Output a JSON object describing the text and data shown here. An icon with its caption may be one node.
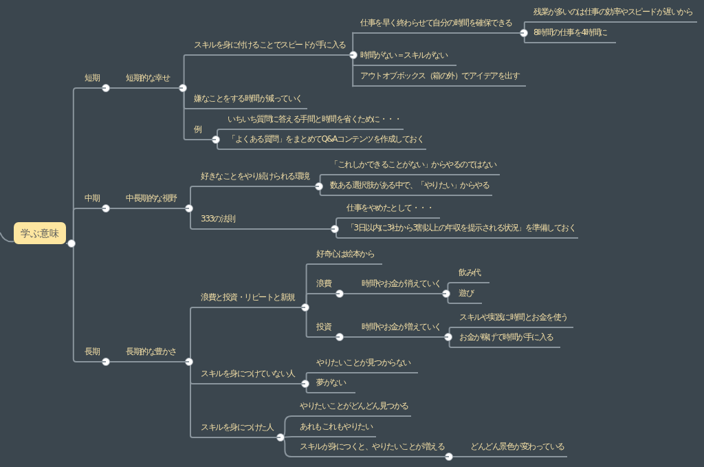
{
  "diagram": {
    "nodes": [
      {
        "text": [
          "学ぶ意味"
        ]
      },
      {
        "text": [
          "短期"
        ]
      },
      {
        "text": [
          "短期的な幸せ"
        ]
      },
      {
        "text": [
          "スキルを身に付けることでスピードが手に入る"
        ]
      },
      {
        "text": [
          "仕事を早く終わらせて自分の時間を確保できる"
        ]
      },
      {
        "text": [
          "残業が多いのは仕事の効率やスピードが遅いから"
        ]
      },
      {
        "text": [
          "8時間の仕事を4時間に"
        ]
      },
      {
        "text": [
          "時間がない＝スキルがない"
        ]
      },
      {
        "text": [
          "アウトオブボックス（箱の外）でアイデアを出す"
        ]
      },
      {
        "text": [
          "嫌なことをする時間が減っていく"
        ]
      },
      {
        "text": [
          "例"
        ]
      },
      {
        "text": [
          "いちいち質問に答える手間と時間を省くために・・・"
        ]
      },
      {
        "text": [
          "「よくある質問」をまとめてQ&Aコンテンツを作成しておく"
        ]
      },
      {
        "text": [
          "中期"
        ]
      },
      {
        "text": [
          "中長期的な視野"
        ]
      },
      {
        "text": [
          "好きなことをやり続けられる環境"
        ]
      },
      {
        "text": [
          "「これしかできることがない」からやるのではない"
        ]
      },
      {
        "text": [
          "数ある選択肢がある中で、「やりたい」からやる"
        ]
      },
      {
        "text": [
          "333の法則"
        ]
      },
      {
        "text": [
          "仕事をやめたとして・・・"
        ]
      },
      {
        "text": [
          "「3日以内に3社から3割以上の年収を提示される状況」を準備しておく"
        ]
      },
      {
        "text": [
          "長期"
        ]
      },
      {
        "text": [
          "長期的な豊かさ"
        ]
      },
      {
        "text": [
          "浪費と投資・リピートと新規"
        ]
      },
      {
        "text": [
          "好奇心は絵本から"
        ]
      },
      {
        "text": [
          "浪費"
        ]
      },
      {
        "text": [
          "時間やお金が消えていく"
        ]
      },
      {
        "text": [
          "飲み代"
        ]
      },
      {
        "text": [
          "遊び"
        ]
      },
      {
        "text": [
          "投資"
        ]
      },
      {
        "text": [
          "時間やお金が増えていく"
        ]
      },
      {
        "text": [
          "スキルや実践に時間とお金を使う"
        ]
      },
      {
        "text": [
          "お金が稼げて時間が手に入る"
        ]
      },
      {
        "text": [
          "スキルを身につけていない人"
        ]
      },
      {
        "text": [
          "やりたいことが見つからない"
        ]
      },
      {
        "text": [
          "夢がない"
        ]
      },
      {
        "text": [
          "スキルを身につけた人"
        ]
      },
      {
        "text": [
          "やりたいことがどんどん見つかる"
        ]
      },
      {
        "text": [
          "あれもこれもやりたい"
        ]
      },
      {
        "text": [
          "スキルが身につくと、やりたいことが増える"
        ]
      },
      {
        "text": [
          "どんどん景色が変わっている"
        ]
      }
    ],
    "edges": [
      {
        "from": null,
        "to": 0,
        "arrow": "none"
      },
      {
        "from": 0,
        "to": 1,
        "arrow": "none"
      },
      {
        "from": 0,
        "to": 13,
        "arrow": "none"
      },
      {
        "from": 0,
        "to": 21,
        "arrow": "none"
      },
      {
        "from": 1,
        "to": 2,
        "arrow": "none"
      },
      {
        "from": 2,
        "to": 3,
        "arrow": "none"
      },
      {
        "from": 2,
        "to": 9,
        "arrow": "none"
      },
      {
        "from": 2,
        "to": 10,
        "arrow": "none"
      },
      {
        "from": 3,
        "to": 4,
        "arrow": "none"
      },
      {
        "from": 3,
        "to": 7,
        "arrow": "none"
      },
      {
        "from": 3,
        "to": 8,
        "arrow": "none"
      },
      {
        "from": 4,
        "to": 5,
        "arrow": "none"
      },
      {
        "from": 4,
        "to": 6,
        "arrow": "none"
      },
      {
        "from": 10,
        "to": 11,
        "arrow": "none"
      },
      {
        "from": 10,
        "to": 12,
        "arrow": "none"
      },
      {
        "from": 13,
        "to": 14,
        "arrow": "none"
      },
      {
        "from": 14,
        "to": 15,
        "arrow": "none"
      },
      {
        "from": 14,
        "to": 18,
        "arrow": "none"
      },
      {
        "from": 15,
        "to": 16,
        "arrow": "none"
      },
      {
        "from": 15,
        "to": 17,
        "arrow": "none"
      },
      {
        "from": 18,
        "to": 19,
        "arrow": "none"
      },
      {
        "from": 18,
        "to": 20,
        "arrow": "none"
      },
      {
        "from": 21,
        "to": 22,
        "arrow": "none"
      },
      {
        "from": 22,
        "to": 23,
        "arrow": "none"
      },
      {
        "from": 22,
        "to": 33,
        "arrow": "none"
      },
      {
        "from": 22,
        "to": 36,
        "arrow": "none"
      },
      {
        "from": 23,
        "to": 24,
        "arrow": "none"
      },
      {
        "from": 23,
        "to": 25,
        "arrow": "none"
      },
      {
        "from": 23,
        "to": 29,
        "arrow": "none"
      },
      {
        "from": 25,
        "to": 26,
        "arrow": "none"
      },
      {
        "from": 26,
        "to": 27,
        "arrow": "none"
      },
      {
        "from": 26,
        "to": 28,
        "arrow": "none"
      },
      {
        "from": 29,
        "to": 30,
        "arrow": "none"
      },
      {
        "from": 30,
        "to": 31,
        "arrow": "none"
      },
      {
        "from": 30,
        "to": 32,
        "arrow": "none"
      },
      {
        "from": 33,
        "to": 34,
        "arrow": "none"
      },
      {
        "from": 33,
        "to": 35,
        "arrow": "none"
      },
      {
        "from": 36,
        "to": 37,
        "arrow": "none"
      },
      {
        "from": 36,
        "to": 38,
        "arrow": "none"
      },
      {
        "from": 36,
        "to": 39,
        "arrow": "none"
      },
      {
        "from": 39,
        "to": 40,
        "arrow": "none"
      }
    ]
  }
}
